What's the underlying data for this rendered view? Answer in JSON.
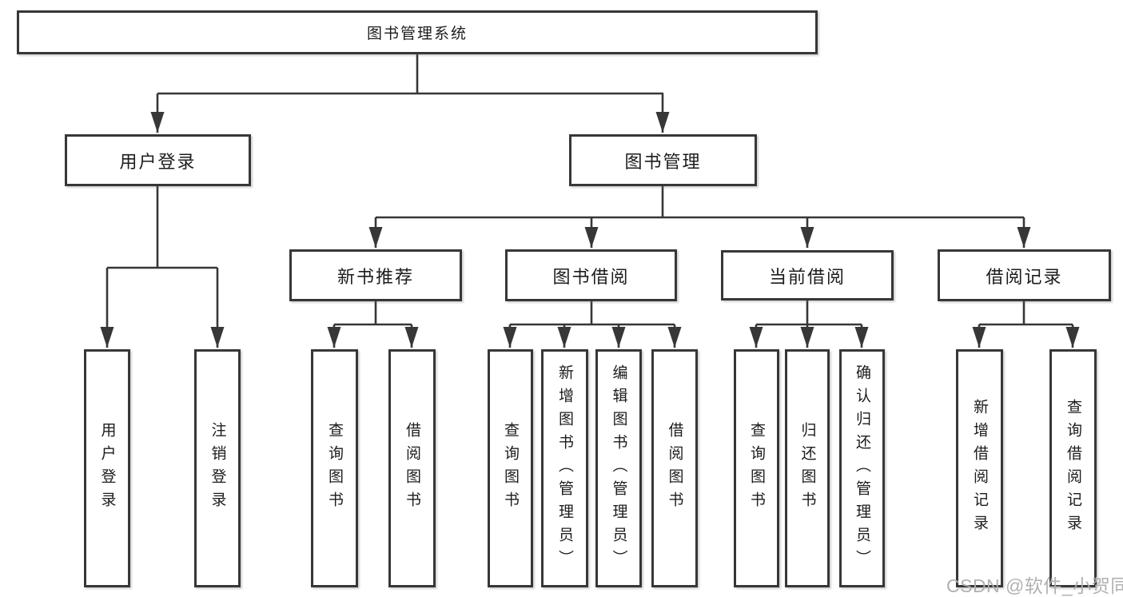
{
  "root": {
    "label": "图书管理系统"
  },
  "branches": [
    {
      "label": "用户登录",
      "children": [
        {
          "label": "用户登录"
        },
        {
          "label": "注销登录"
        }
      ]
    },
    {
      "label": "图书管理",
      "children": [
        {
          "label": "新书推荐",
          "children": [
            {
              "label": "查询图书"
            },
            {
              "label": "借阅图书"
            }
          ]
        },
        {
          "label": "图书借阅",
          "children": [
            {
              "label": "查询图书"
            },
            {
              "label": "新增图书（管理员）"
            },
            {
              "label": "编辑图书（管理员）"
            },
            {
              "label": "借阅图书"
            }
          ]
        },
        {
          "label": "当前借阅",
          "children": [
            {
              "label": "查询图书"
            },
            {
              "label": "归还图书"
            },
            {
              "label": "确认归还（管理员）"
            }
          ]
        },
        {
          "label": "借阅记录",
          "children": [
            {
              "label": "新增借阅记录"
            },
            {
              "label": "查询借阅记录"
            }
          ]
        }
      ]
    }
  ],
  "watermark": {
    "text": "CSDN @软件_小贺同学"
  },
  "colors": {
    "line": "#373737",
    "text": "#1c1c1c",
    "watermark": "#adadad",
    "box_bg": "#ffffff"
  }
}
